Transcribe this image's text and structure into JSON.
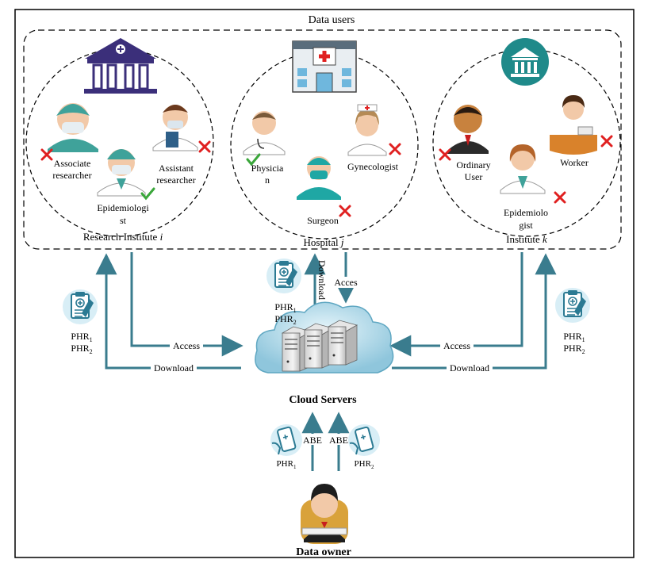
{
  "header": {
    "data_users": "Data users"
  },
  "groups": {
    "research": {
      "label": "Research Institute ",
      "label_var": "i",
      "members": [
        {
          "line1": "Associate",
          "line2": "researcher",
          "access": "denied"
        },
        {
          "line1": "Epidemiologi",
          "line2": "st",
          "access": "granted"
        },
        {
          "line1": "Assistant",
          "line2": "researcher",
          "access": "denied"
        }
      ]
    },
    "hospital": {
      "label": "Hospital ",
      "label_var": "j",
      "members": [
        {
          "line1": "Physicia",
          "line2": "n",
          "access": "granted"
        },
        {
          "line1": "Gynecologist",
          "line2": "",
          "access": "denied"
        },
        {
          "line1": "Surgeon",
          "line2": "",
          "access": "denied"
        }
      ]
    },
    "institute": {
      "label": "Institute ",
      "label_var": "k",
      "members": [
        {
          "line1": "Ordinary",
          "line2": "User",
          "access": "denied"
        },
        {
          "line1": "Worker",
          "line2": "",
          "access": "denied"
        },
        {
          "line1": "Epidemiolo",
          "line2": "gist",
          "access": "denied"
        }
      ]
    }
  },
  "flows": {
    "access": "Access",
    "download": "Download",
    "acces_short": "Acces",
    "abe": "ABE"
  },
  "records": {
    "phr": "PHR",
    "sub1": "1",
    "sub2": "2"
  },
  "nodes": {
    "cloud": "Cloud Servers",
    "owner": "Data owner"
  },
  "colors": {
    "arrow": "#3a7c8e",
    "deny": "#e02020",
    "allow": "#3aa63a",
    "border": "#000000"
  }
}
